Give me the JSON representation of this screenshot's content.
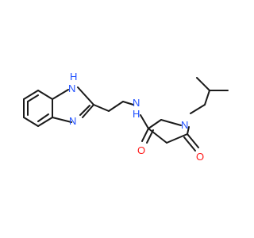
{
  "molecule": {
    "atoms": [
      {
        "id": "nh_imidazole",
        "label": "H",
        "sub": "N",
        "color": "#2050ff"
      },
      {
        "id": "n_imidazole",
        "label": "N",
        "color": "#2050ff"
      },
      {
        "id": "n_amide",
        "label": "N",
        "sub_h": "H",
        "color": "#2050ff"
      },
      {
        "id": "n_lactam",
        "label": "N",
        "color": "#2050ff"
      },
      {
        "id": "o_amide",
        "label": "O",
        "color": "#ff1a1a"
      },
      {
        "id": "o_lactam",
        "label": "O",
        "color": "#ff1a1a"
      }
    ]
  },
  "colors": {
    "bond": "#1a1a1a",
    "nitrogen": "#2050ff",
    "oxygen": "#ff1a1a",
    "background": "#ffffff"
  }
}
